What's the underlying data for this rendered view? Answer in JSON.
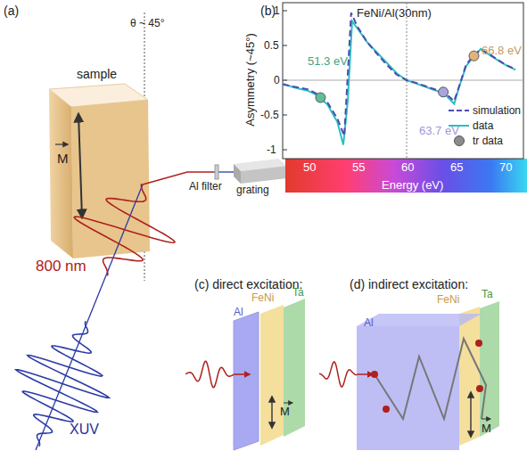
{
  "diagram": {
    "labels": [
      "(a)",
      "θ ~ 45°",
      "sample",
      "M",
      "800 nm",
      "XUV",
      "Al filter",
      "grating",
      "(b)",
      "FeNi/Al(30nm)",
      "Asymmetry (~45°)",
      "1",
      "0.5",
      "0",
      "-0.5",
      "-1",
      "51.3 eV",
      "63.7 eV",
      "66.8 eV",
      "Energy (eV)",
      "50",
      "55",
      "60",
      "65",
      "70",
      "(c) direct excitation:",
      "Al",
      "FeNi",
      "Ta",
      "M",
      "(d) indirect excitation:",
      "Al",
      "FeNi",
      "Ta",
      "M"
    ],
    "legend": [
      {
        "text": "simulation"
      },
      {
        "text": "data"
      },
      {
        "text": "tr data",
        "color": "#8c8c8c"
      }
    ]
  }
}
